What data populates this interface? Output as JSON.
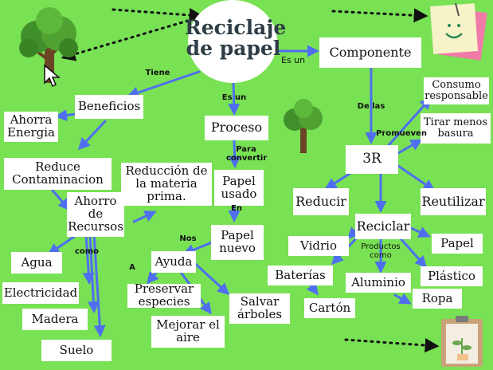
{
  "title": "Reciclaje\nde papel",
  "nodes": {
    "componente": "Componente",
    "beneficios": "Beneficios",
    "ahorra_energia": "Ahorra\nEnergia",
    "reduce_contaminacion": "Reduce\nContaminacion",
    "reduccion_materia": "Reducción de\nla materia\nprima.",
    "ahorro_recursos": "Ahorro\nde\nRecursos",
    "agua": "Agua",
    "electricidad": "Electricidad",
    "madera": "Madera",
    "suelo": "Suelo",
    "proceso": "Proceso",
    "papel_usado": "Papel\nusado",
    "papel_nuevo": "Papel\nnuevo",
    "ayuda": "Ayuda",
    "preservar_especies": "Preservar\nespecies",
    "salvar_arboles": "Salvar\nárboles",
    "mejorar_aire": "Mejorar el\naire",
    "tres_r": "3R",
    "consumo_responsable": "Consumo\nresponsable",
    "tirar_menos_basura": "Tirar menos\nbasura",
    "reducir": "Reducir",
    "reciclar": "Reciclar",
    "reutilizar": "Reutilizar",
    "vidrio": "Vidrio",
    "papel": "Papel",
    "baterias": "Baterías",
    "aluminio": "Aluminio",
    "plastico": "Plástico",
    "carton": "Cartón",
    "ropa": "Ropa"
  },
  "link_labels": {
    "es_un_componente": "Es un",
    "tiene": "Tiene",
    "es_un_proceso": "Es un",
    "de_las": "De las",
    "para_convertir": "Para\nconvertir",
    "en": "En",
    "nos": "Nos",
    "a": "A",
    "como": "como",
    "promueven": "Promueven",
    "productos_como": "Productos\ncomo"
  },
  "colors": {
    "background": "#79e154",
    "arrow": "#4f6ff0",
    "node_fill": "#ffffff",
    "title_text": "#2f3e46"
  }
}
